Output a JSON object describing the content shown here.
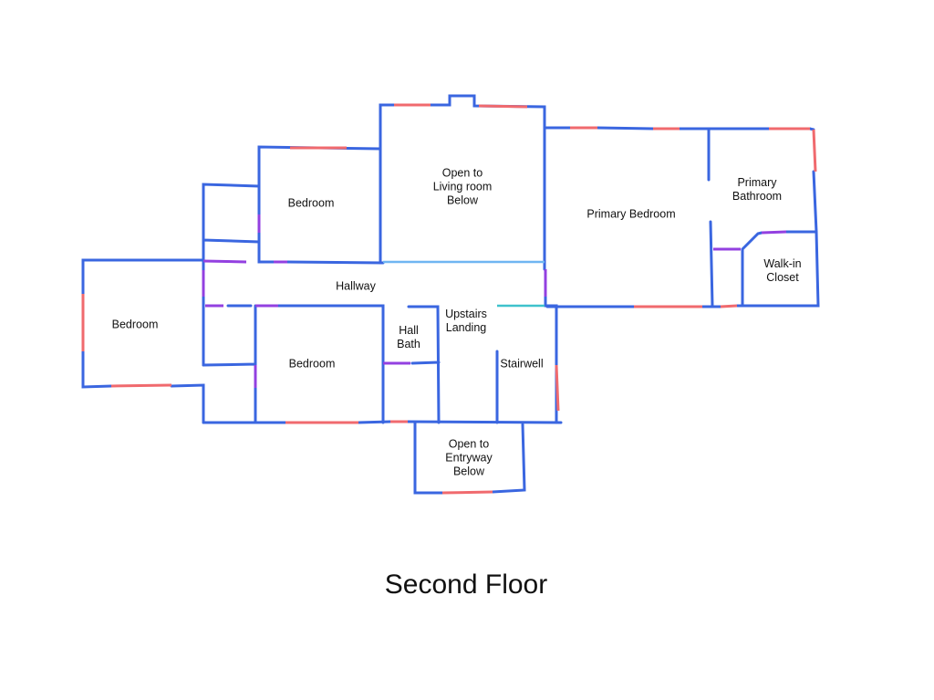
{
  "title": "Second Floor",
  "rooms": {
    "living_open": [
      "Open to",
      "Living room",
      "Below"
    ],
    "bedroom_upper": "Bedroom",
    "bedroom_left": "Bedroom",
    "bedroom_lower": "Bedroom",
    "hallway": "Hallway",
    "hall_bath": [
      "Hall",
      "Bath"
    ],
    "landing": [
      "Upstairs",
      "Landing"
    ],
    "stairwell": "Stairwell",
    "entry_open": [
      "Open to",
      "Entryway",
      "Below"
    ],
    "primary_bedroom": "Primary Bedroom",
    "primary_bath": [
      "Primary",
      "Bathroom"
    ],
    "walkin": [
      "Walk-in",
      "Closet"
    ]
  },
  "colors": {
    "wall": "#3a66e0",
    "window": "#f06a6e",
    "door": "#9340e0",
    "opening": "#6fb6f2"
  }
}
